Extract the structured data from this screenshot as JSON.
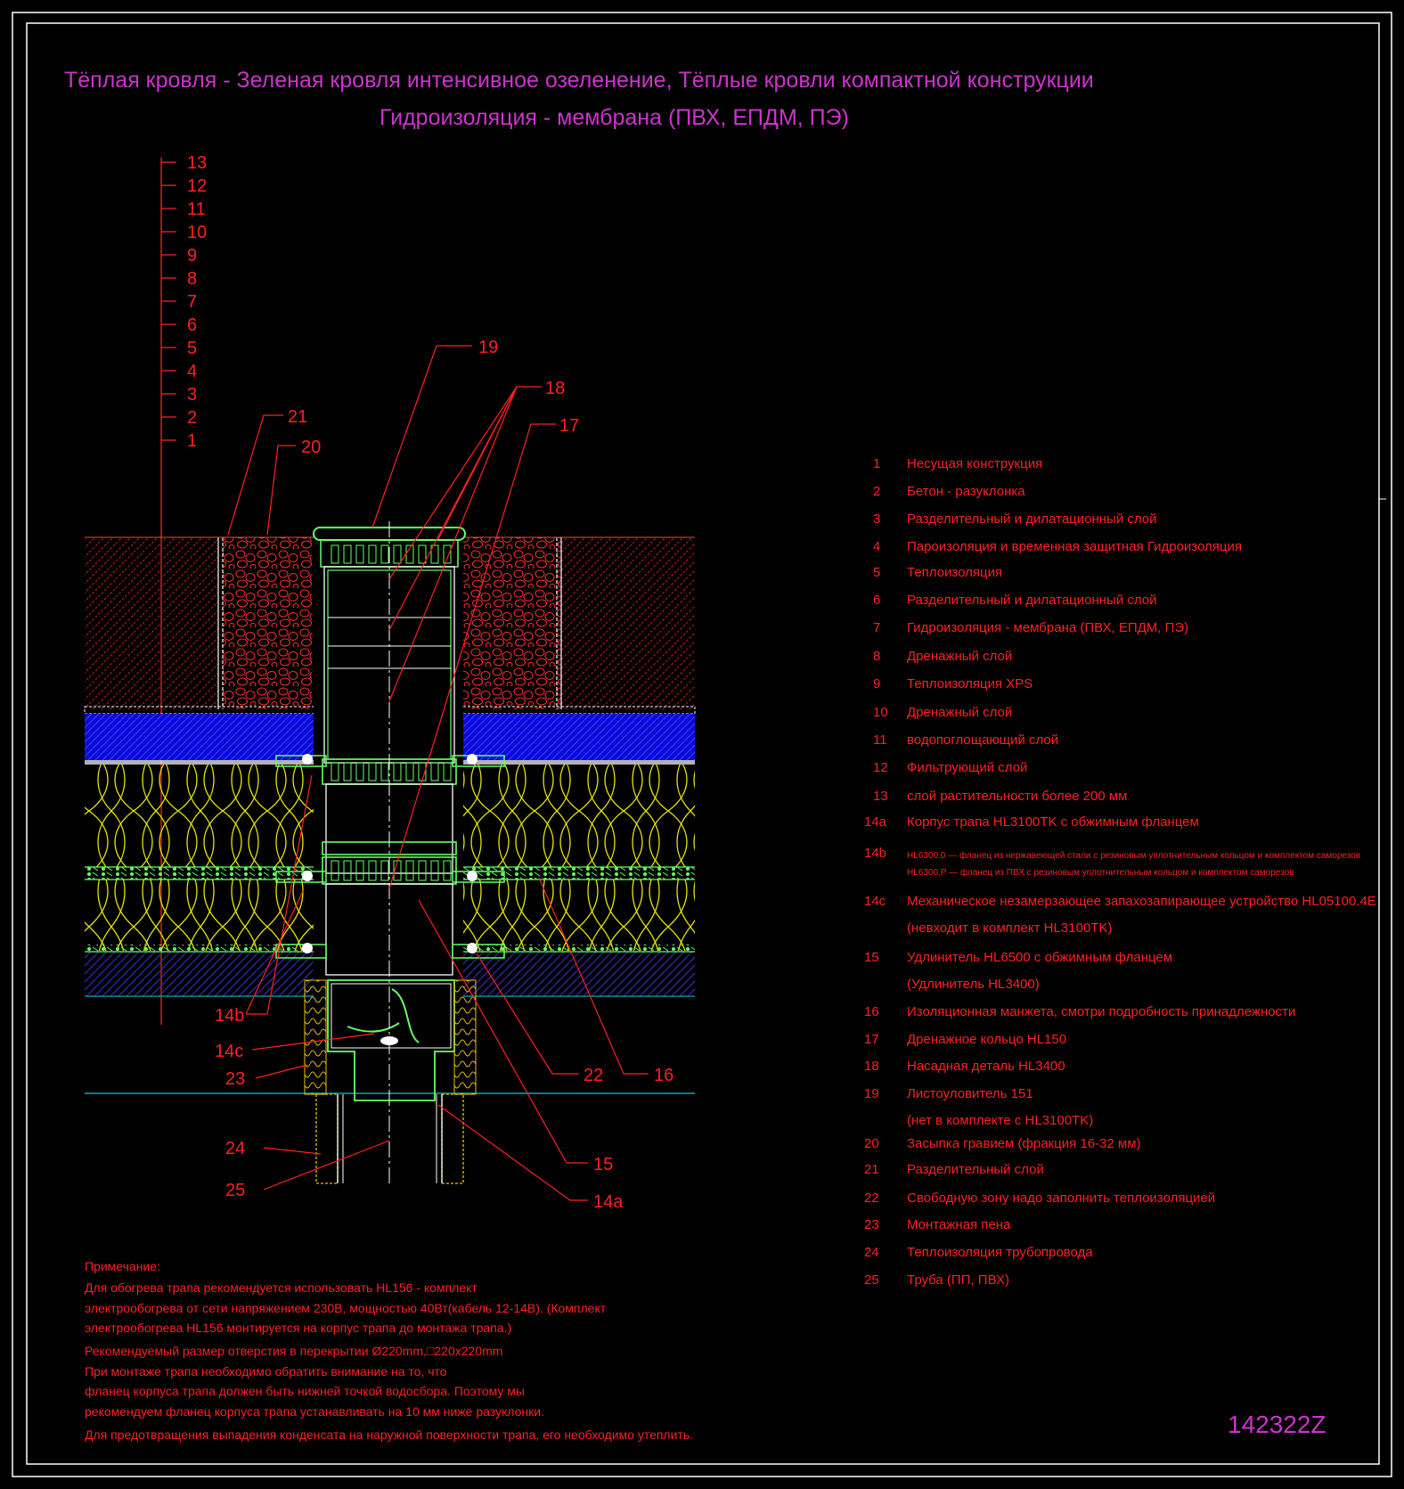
{
  "title": {
    "line1": "Тёплая кровля - Зеленая кровля интенсивное озеленение, Тёплые кровли компактной конструкции",
    "line2": "Гидроизоляция - мембрана (ПВХ, ЕПДМ, ПЭ)"
  },
  "layer_scale": [
    "13",
    "12",
    "11",
    "10",
    "9",
    "8",
    "7",
    "6",
    "5",
    "4",
    "3",
    "2",
    "1"
  ],
  "callouts": {
    "c19": "19",
    "c18": "18",
    "c17": "17",
    "c21": "21",
    "c20": "20",
    "c14b": "14b",
    "c14c": "14c",
    "c23": "23",
    "c22": "22",
    "c16": "16",
    "c24": "24",
    "c25": "25",
    "c15": "15",
    "c14a": "14a"
  },
  "legend": [
    {
      "num": "1",
      "text": "Несущая конструкция"
    },
    {
      "num": "2",
      "text": "Бетон - разуклонка"
    },
    {
      "num": "3",
      "text": "Разделительный и дилатационный слой"
    },
    {
      "num": "4",
      "text": "Пароизоляция и временная защитная Гидроизоляция"
    },
    {
      "num": "5",
      "text": "Теплоизоляция"
    },
    {
      "num": "6",
      "text": "Разделительный и дилатационный слой"
    },
    {
      "num": "7",
      "text": "Гидроизоляция - мембрана (ПВХ, ЕПДМ, ПЭ)"
    },
    {
      "num": "8",
      "text": "Дренажный слой"
    },
    {
      "num": "9",
      "text": "Теплоизоляция XPS"
    },
    {
      "num": "10",
      "text": "Дренажный слой"
    },
    {
      "num": "11",
      "text": "водопоглощающий слой"
    },
    {
      "num": "12",
      "text": "Фильтрующий слой"
    },
    {
      "num": "13",
      "text": "слой растительности более 200 мм"
    },
    {
      "num": "14a",
      "text": "Корпус трапа HL3100TK с обжимным фланцем"
    }
  ],
  "legend_14b": {
    "num": "14b",
    "line1": "HL6300.0 — фланец из нержавеющей стали с резиновым уплотнительным кольцом и комплектом саморезов",
    "line2": "HL6300.P — фланец из ПВХ с резиновым уплотнительным кольцом и комплектом саморезов"
  },
  "legend_tail": [
    {
      "num": "14c",
      "text": "Механическое незамерзающее запахозапирающее устройство HL05100.4E",
      "text2": "(невходит в комплект HL3100TK)"
    },
    {
      "num": "15",
      "text": "Удлинитель HL6500 с обжимным фланцем",
      "text2": "(Удлинитель HL3400)"
    },
    {
      "num": "16",
      "text": "Изоляционная манжета, смотри подробность принадлежности",
      "text2": ""
    },
    {
      "num": "17",
      "text": "Дренажное кольцо HL150",
      "text2": ""
    },
    {
      "num": "18",
      "text": "Насадная деталь HL3400",
      "text2": ""
    },
    {
      "num": "19",
      "text": "Листоуловитель 151",
      "text2": "(нет в комплекте с HL3100TK)"
    },
    {
      "num": "20",
      "text": "Засыпка гравием (фракция 16-32 мм)",
      "text2": ""
    },
    {
      "num": "21",
      "text": "Разделительный слой",
      "text2": ""
    },
    {
      "num": "22",
      "text": "Свободную зону надо заполнить теплоизоляцией",
      "text2": ""
    },
    {
      "num": "23",
      "text": "Монтажная пена",
      "text2": ""
    },
    {
      "num": "24",
      "text": "Теплоизоляция трубопровода",
      "text2": ""
    },
    {
      "num": "25",
      "text": "Труба (ПП, ПВХ)",
      "text2": ""
    }
  ],
  "notes": {
    "heading": "Примечание:",
    "lines": [
      "Для обогрева трапа рекомендуется использовать HL156 - комплект",
      "электрообогрева от сети напряжением 230В, мощностью 40Вт(кабель 12-14В). (Комплект",
      "электрообогрева HL156 монтируется на корпус трапа до монтажа трапа.)",
      "Рекомендуемый размер отверстия в перекрытии Ø220mm,□220x220mm",
      "При монтаже трапа необходимо обратить внимание на то, что",
      "фланец корпуса трапа должен быть нижней точкой водосбора. Поэтому мы",
      "рекомендуем фланец корпуса трапа устанавливать на 10 мм ниже разуклонки.",
      "Для предотвращения выпадения конденсата на наружной поверхности трапа, его необходимо утеплить."
    ]
  },
  "drawing_code": "142322Z",
  "colors": {
    "title": "#cc33cc",
    "annotation": "#ff2020",
    "insulation": "#e6e600",
    "drain": "#66ff66",
    "xps": "#1a1aff",
    "concrete": "#2a2aaa",
    "ground": "#00aaaa"
  }
}
